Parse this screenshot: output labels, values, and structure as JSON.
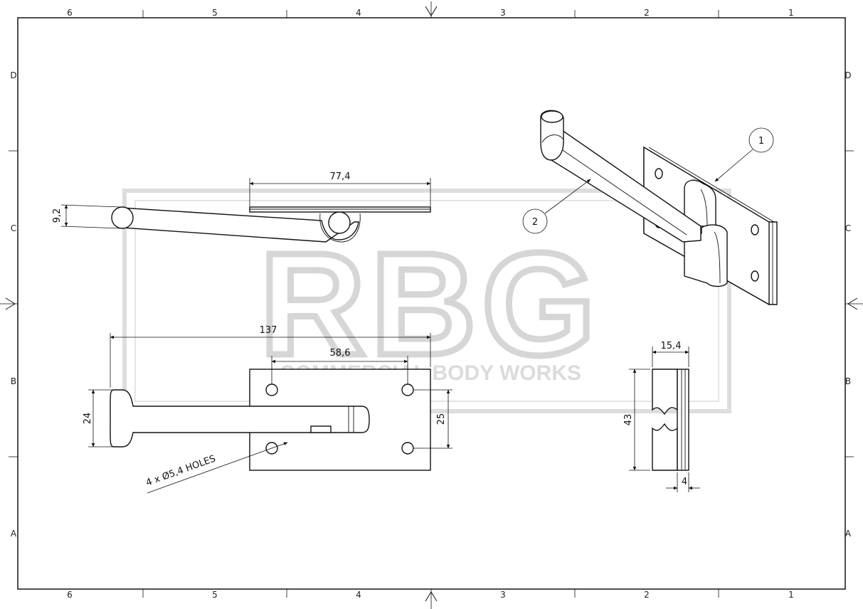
{
  "frame": {
    "top_zones": [
      "6",
      "5",
      "4",
      "3",
      "2",
      "1"
    ],
    "side_zones": [
      "D",
      "C",
      "B",
      "A"
    ]
  },
  "watermark": {
    "logo": "RBG",
    "tagline": "COMMERCIAL BODY WORKS"
  },
  "dimensions": {
    "side_width": "77,4",
    "arm_thickness": "9,2",
    "overall_length": "137",
    "hole_spacing_x": "58,6",
    "head_width": "24",
    "hole_spacing_y": "25",
    "end_width": "15,4",
    "end_height": "43",
    "plate_thickness": "4",
    "holes_note": "4 x Ø5,4 HOLES"
  },
  "balloons": [
    "1",
    "2"
  ],
  "colors": {
    "line": "#111111",
    "watermark": "#d4d4d4",
    "frame": "#222222"
  }
}
